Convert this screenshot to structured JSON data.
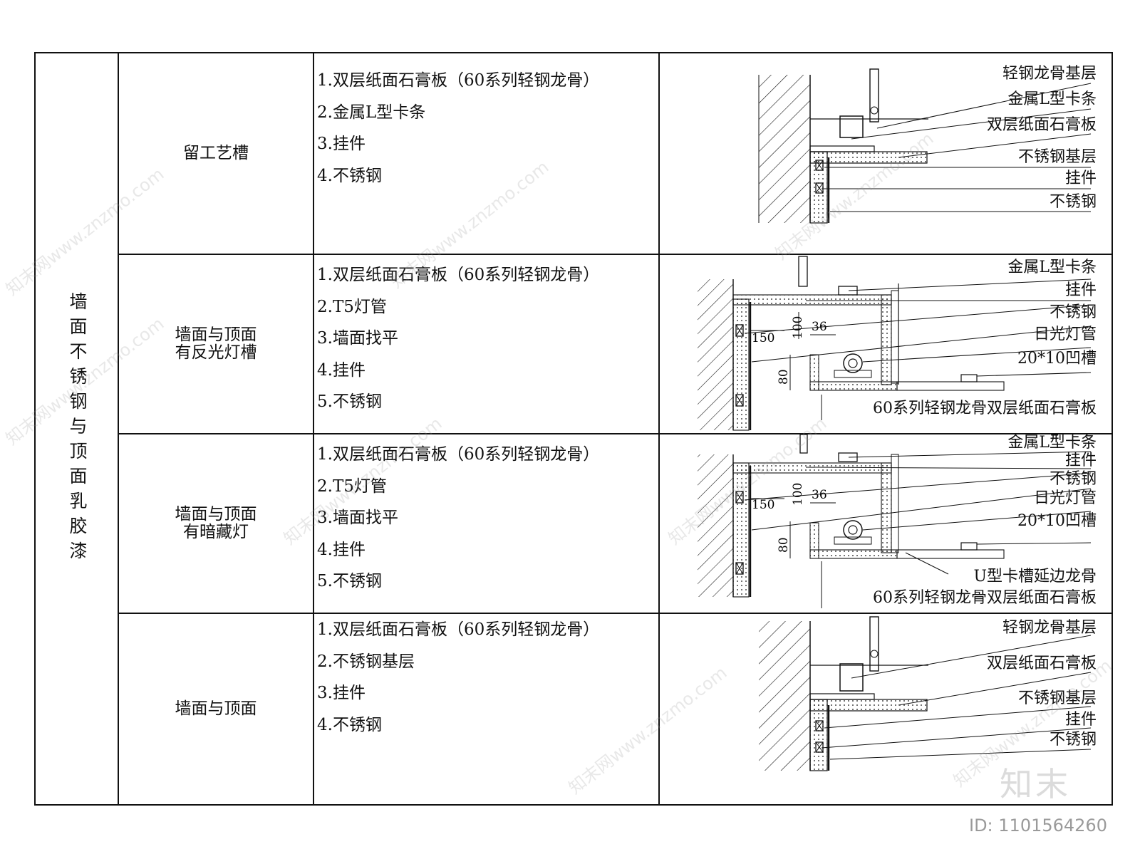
{
  "category": "墙面不锈钢与顶面乳胶漆",
  "rows": [
    {
      "name": [
        "留工艺槽"
      ],
      "materials": [
        "1.双层纸面石膏板（60系列轻钢龙骨）",
        "2.金属L型卡条",
        "3.挂件",
        "4.不锈钢"
      ],
      "callouts": [
        "轻钢龙骨基层",
        "金属L型卡条",
        "双层纸面石膏板",
        "不锈钢基层",
        "挂件",
        "不锈钢"
      ]
    },
    {
      "name": [
        "墙面与顶面",
        "有反光灯槽"
      ],
      "materials": [
        "1.双层纸面石膏板（60系列轻钢龙骨）",
        "2.T5灯管",
        "3.墙面找平",
        "4.挂件",
        "5.不锈钢"
      ],
      "callouts": [
        "金属L型卡条",
        "挂件",
        "不锈钢",
        "日光灯管",
        "20*10凹槽",
        "60系列轻钢龙骨双层纸面石膏板"
      ],
      "dims": [
        "150",
        "100",
        "36",
        "80"
      ]
    },
    {
      "name": [
        "墙面与顶面",
        "有暗藏灯"
      ],
      "materials": [
        "1.双层纸面石膏板（60系列轻钢龙骨）",
        "2.T5灯管",
        "3.墙面找平",
        "4.挂件",
        "5.不锈钢"
      ],
      "callouts": [
        "金属L型卡条",
        "挂件",
        "不锈钢",
        "日光灯管",
        "20*10凹槽",
        "U型卡槽延边龙骨",
        "60系列轻钢龙骨双层纸面石膏板"
      ],
      "dims": [
        "150",
        "100",
        "36",
        "80"
      ]
    },
    {
      "name": [
        "墙面与顶面"
      ],
      "materials": [
        "1.双层纸面石膏板（60系列轻钢龙骨）",
        "2.不锈钢基层",
        "3.挂件",
        "4.不锈钢"
      ],
      "callouts": [
        "轻钢龙骨基层",
        "双层纸面石膏板",
        "不锈钢基层",
        "挂件",
        "不锈钢"
      ]
    }
  ],
  "watermark": "知末网www.znzmo.com",
  "logo": "知末",
  "footer_id": "ID: 1101564260"
}
